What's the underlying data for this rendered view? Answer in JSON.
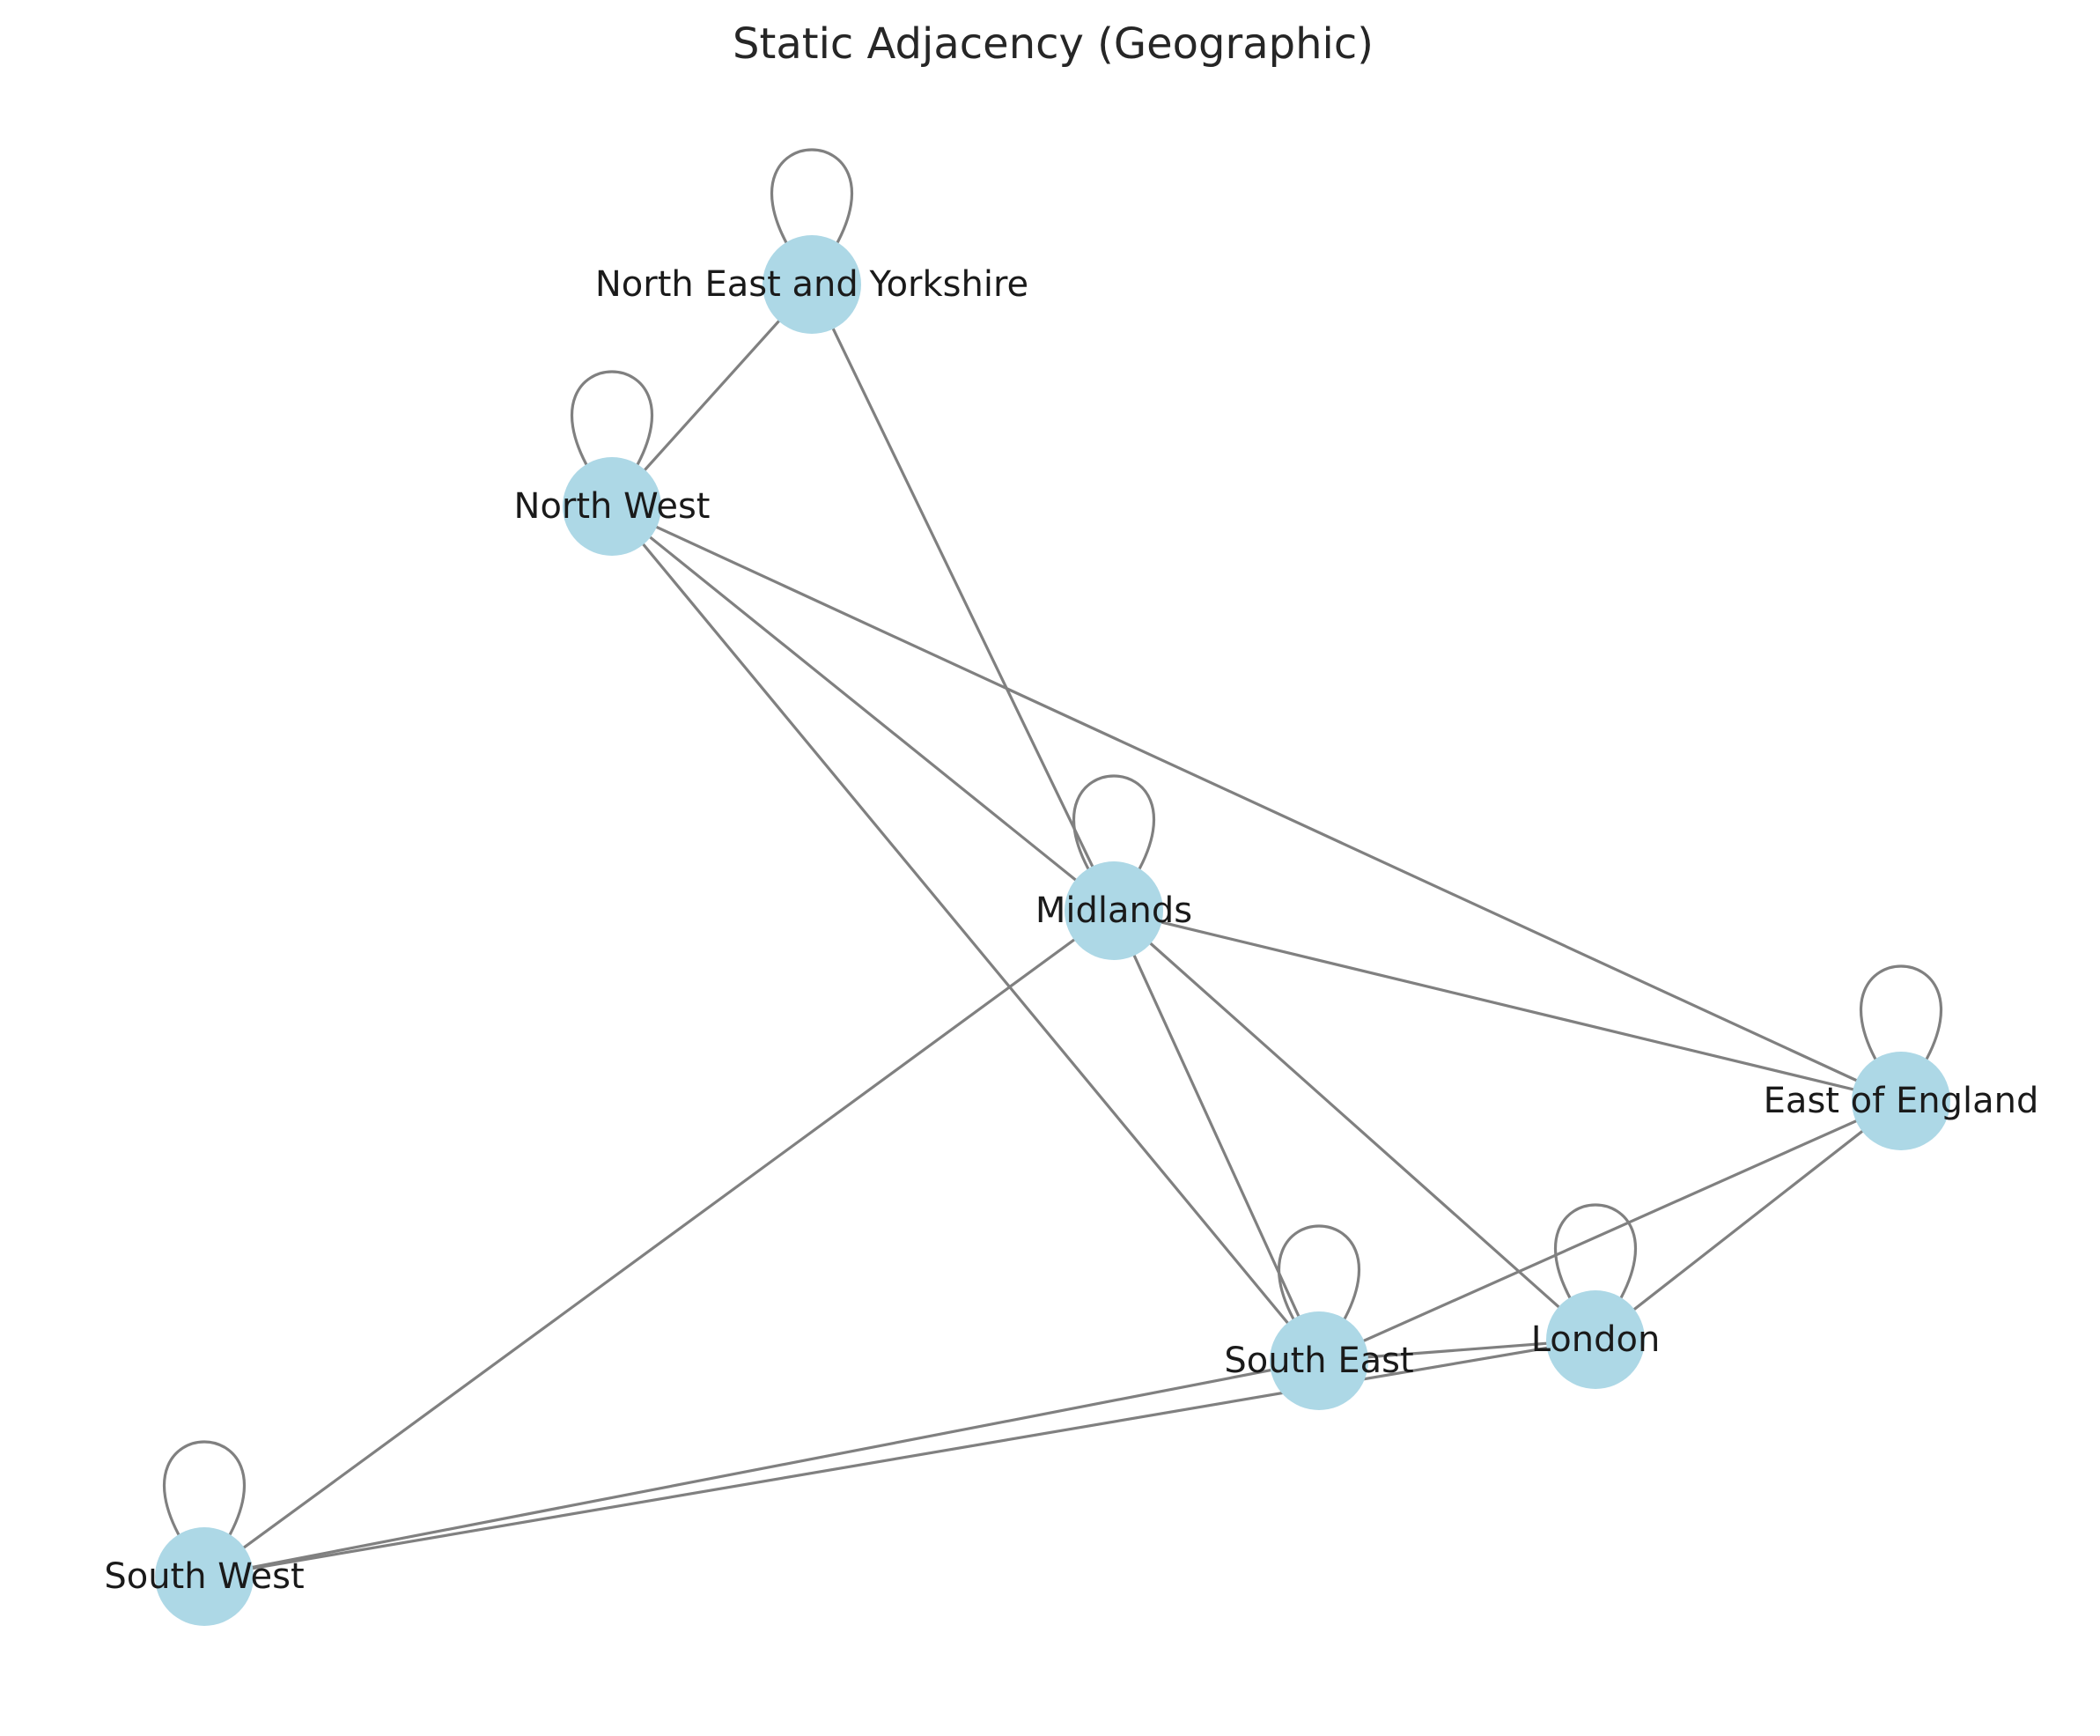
{
  "title": "Static Adjacency (Geographic)",
  "colors": {
    "node_fill": "#add8e6",
    "edge": "#808080",
    "label": "#1a1a1a"
  },
  "nodes": [
    {
      "id": "north-east-and-yorkshire",
      "label": "North East and Yorkshire",
      "self_loop": true
    },
    {
      "id": "north-west",
      "label": "North West",
      "self_loop": true
    },
    {
      "id": "midlands",
      "label": "Midlands",
      "self_loop": true
    },
    {
      "id": "east-of-england",
      "label": "East of England",
      "self_loop": true
    },
    {
      "id": "south-east",
      "label": "South East",
      "self_loop": true
    },
    {
      "id": "london",
      "label": "London",
      "self_loop": true
    },
    {
      "id": "south-west",
      "label": "South West",
      "self_loop": true
    }
  ],
  "edges": [
    [
      "north-east-and-yorkshire",
      "north-west"
    ],
    [
      "north-east-and-yorkshire",
      "midlands"
    ],
    [
      "north-west",
      "midlands"
    ],
    [
      "north-west",
      "south-east"
    ],
    [
      "north-west",
      "east-of-england"
    ],
    [
      "midlands",
      "east-of-england"
    ],
    [
      "midlands",
      "south-east"
    ],
    [
      "midlands",
      "london"
    ],
    [
      "midlands",
      "south-west"
    ],
    [
      "east-of-england",
      "south-east"
    ],
    [
      "east-of-england",
      "london"
    ],
    [
      "south-east",
      "london"
    ],
    [
      "south-east",
      "south-west"
    ],
    [
      "london",
      "south-west"
    ]
  ]
}
